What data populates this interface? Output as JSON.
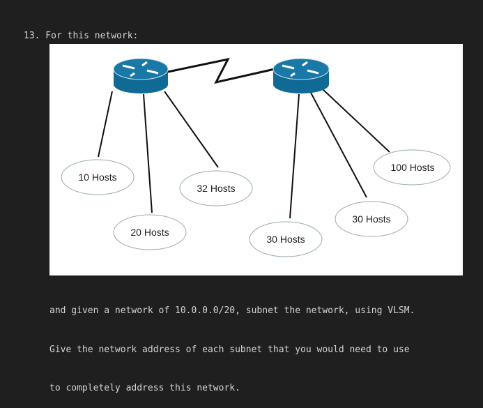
{
  "question": {
    "heading": "13. For this network:",
    "body_lines": [
      "and given a network of 10.0.0.0/20, subnet the network, using VLSM.",
      "Give the network address of each subnet that you would need to use",
      "to completely address this network."
    ]
  },
  "diagram": {
    "router_color": "#0f6a96",
    "clouds": [
      {
        "label": "10 Hosts"
      },
      {
        "label": "20 Hosts"
      },
      {
        "label": "32 Hosts"
      },
      {
        "label": "30 Hosts"
      },
      {
        "label": "30 Hosts"
      },
      {
        "label": "100 Hosts"
      }
    ]
  }
}
